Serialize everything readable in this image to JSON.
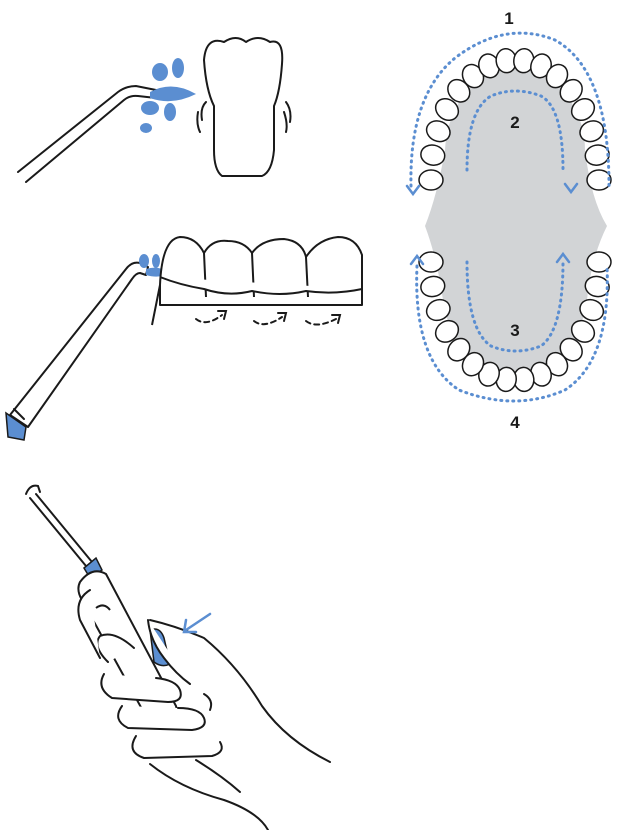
{
  "colors": {
    "accent": "#5b8ed1",
    "line": "#1a1a1a",
    "palate": "#d2d4d6",
    "background": "#ffffff"
  },
  "jaw_diagram": {
    "steps": [
      {
        "label": "1"
      },
      {
        "label": "2"
      },
      {
        "label": "3"
      },
      {
        "label": "4"
      }
    ]
  },
  "illustrations": {
    "front_view_icon": "water-jet-front-teeth-icon",
    "side_view_icon": "water-jet-side-teeth-icon",
    "hand_icon": "hand-holding-flosser-icon"
  }
}
